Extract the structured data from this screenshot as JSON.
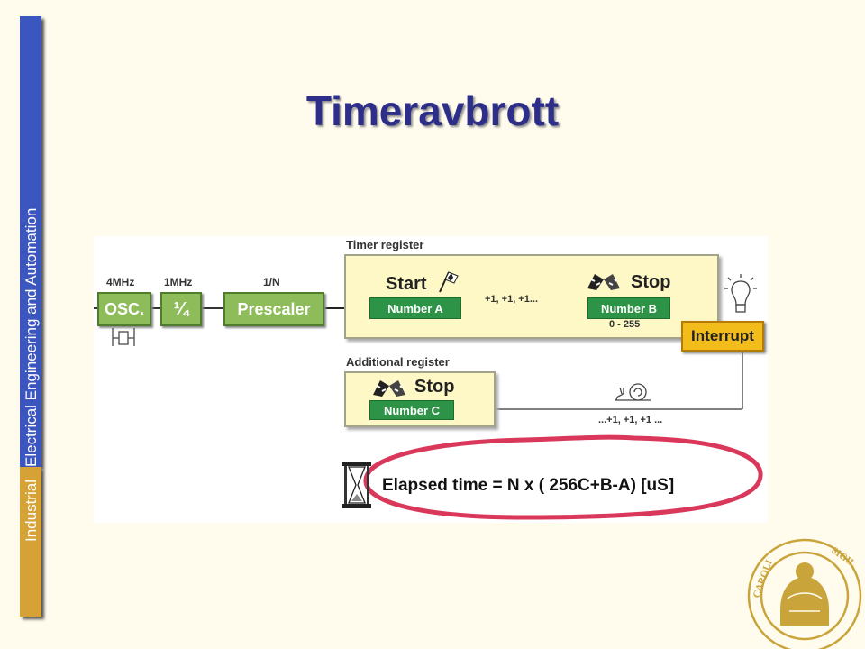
{
  "sidebar": {
    "seg1": "Industrial",
    "seg2": "Electrical Engineering and Automation",
    "colors": {
      "blue": "#3b56bf",
      "gold": "#d6a236"
    }
  },
  "title": "Timeravbrott",
  "diagram": {
    "freq_osc": "4MHz",
    "freq_div": "1MHz",
    "freq_prescaler": "1/N",
    "osc_label": "OSC.",
    "div_label": "¼",
    "prescaler_label": "Prescaler",
    "timer_register_label": "Timer register",
    "start_label": "Start",
    "stop_label": "Stop",
    "number_a": "Number A",
    "number_b": "Number B",
    "count_label": "+1, +1, +1...",
    "range_label": "0 - 255",
    "interrupt_label": "Interrupt",
    "additional_register_label": "Additional register",
    "stop2_label": "Stop",
    "number_c": "Number C",
    "count2_label": "...+1, +1, +1 ...",
    "formula": "Elapsed time = N x ( 256C+B-A)  [uS]",
    "colors": {
      "green_box": "#8fbc5a",
      "number": "#2d9346",
      "register": "#fdf8c6",
      "interrupt": "#f2bc1a",
      "ellipse": "#d9385a"
    }
  },
  "icons": [
    "crystal-icon",
    "checkered-flag-icon",
    "light-bulb-icon",
    "snail-icon",
    "hourglass-icon",
    "university-seal-icon"
  ]
}
